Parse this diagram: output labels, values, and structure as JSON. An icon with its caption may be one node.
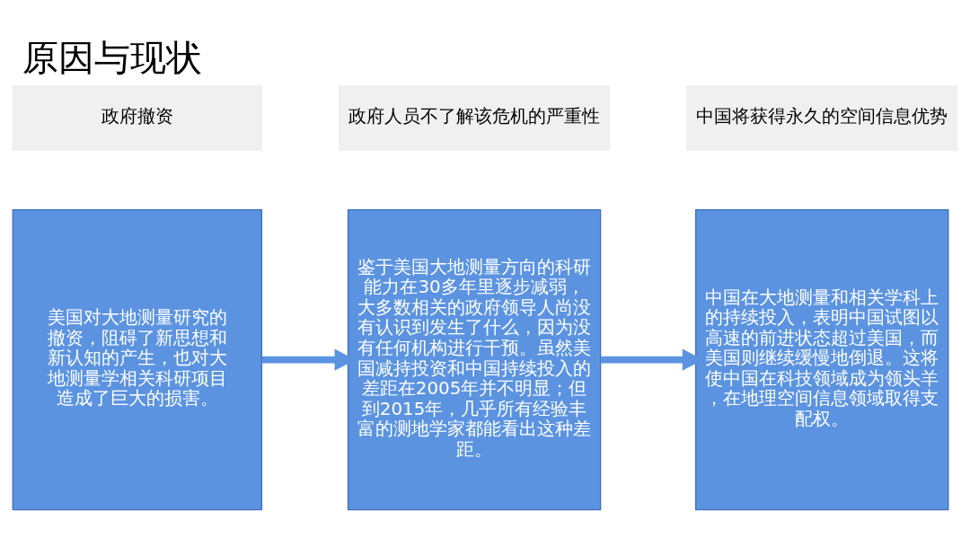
{
  "diagram": {
    "title": "原因与现状",
    "nodes": [
      {
        "text": [
          "美国对大地测量研究的撤资，阻碍了新思想和新认知的产生，也对大地测量学相关科研项目造成了巨大的损害。"
        ]
      },
      {
        "text": [
          "鉴于美国大地测量方向的科研能力在30多年里逐步减弱，大多数相关的政府领导人尚没有认识到发生了什么，因为没有任何机构进行干预。虽然美国减持投资和中国持续投入的差距在2005年并不明显；但到2015年，几乎所有经验丰富的测地学家都能看出这种差距。"
        ]
      },
      {
        "text": [
          "中国在大地测量和相关学科上的持续投入，表明中国试图以高速的前进状态超过美国，而美国则继续缓慢地倒退。这将使中国在科技领域成为领头羊，在地理空间信息领域取得支配权。"
        ]
      },
      {
        "text": [
          "政府撤资"
        ]
      },
      {
        "text": [
          "政府人员不了解该危机的严重性"
        ]
      },
      {
        "text": [
          "中国将获得永久的空间信息优势"
        ]
      }
    ],
    "edges": [
      {
        "from": 0,
        "to": 1,
        "arrow": "to"
      },
      {
        "from": 1,
        "to": 2,
        "arrow": "to"
      }
    ]
  }
}
